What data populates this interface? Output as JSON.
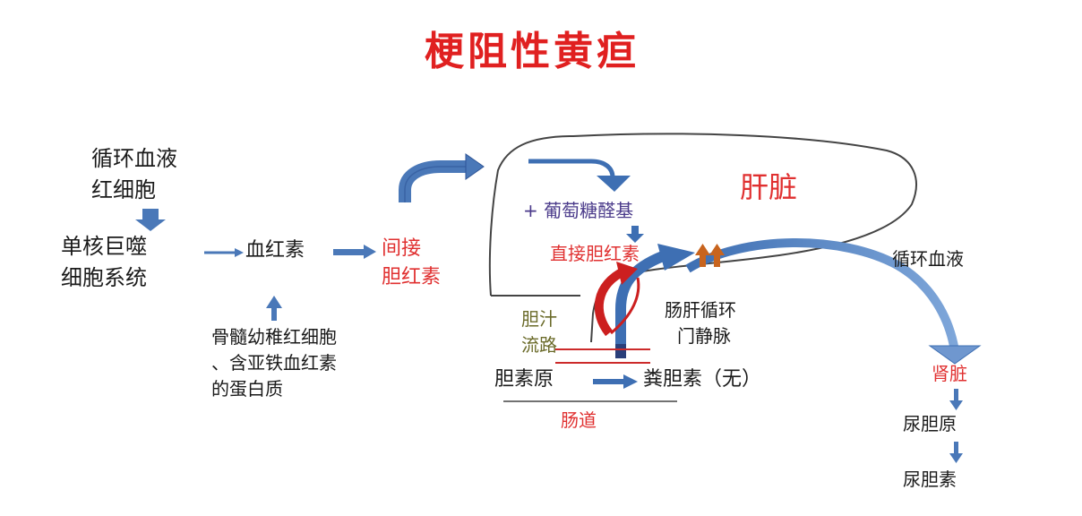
{
  "title": "梗阻性黄疸",
  "labels": {
    "circulating_blood_rbc": [
      "循环血液",
      "红细胞"
    ],
    "mononuclear": [
      "单核巨噬",
      "细胞系统"
    ],
    "hemoglobin": "血红素",
    "indirect_bilirubin": [
      "间接",
      "胆红素"
    ],
    "bone_marrow": [
      "骨髓幼稚红细胞",
      "、含亚铁血红素",
      "的蛋白质"
    ],
    "liver": "肝脏",
    "glucuronic": "+ 葡萄糖醛基",
    "direct_bilirubin": "直接胆红素",
    "bile_flow": [
      "胆汁",
      "流路"
    ],
    "enterohepatic": [
      "肠肝循环",
      "门静脉"
    ],
    "urobilinogen_gut": "胆素原",
    "stercobilin": "粪胆素（无）",
    "intestine": "肠道",
    "circulating_blood": "循环血液",
    "kidney": "肾脏",
    "urobilinogen_urine": "尿胆原",
    "urobilin": "尿胆素"
  },
  "colors": {
    "title": "#e02020",
    "red_label": "#e03030",
    "arrow_blue": "#4a78b8",
    "arrow_dark_blue": "#2f5597",
    "arrow_red": "#cc1f1f",
    "arrow_orange": "#c8641e",
    "outline": "#444444"
  }
}
